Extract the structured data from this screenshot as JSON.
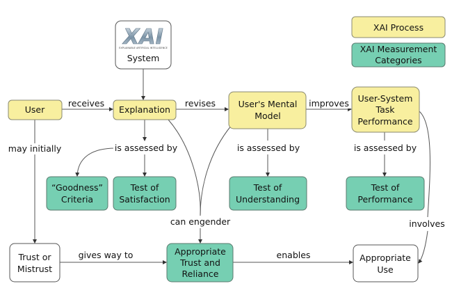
{
  "legend": {
    "process": "XAI Process",
    "measurement": [
      "XAI Measurement",
      "Categories"
    ]
  },
  "colors": {
    "process": "#f8ef9f",
    "measurement": "#76cfb2",
    "outcome": "#ffffff"
  },
  "nodes": {
    "system": {
      "logo_text": "XAI",
      "logo_subtitle": "EXPLAINABLE ARTIFICIAL INTELLIGENCE",
      "label": "System"
    },
    "user": "User",
    "explanation": "Explanation",
    "mental_model": [
      "User's Mental",
      "Model"
    ],
    "task_performance": [
      "User-System",
      "Task",
      "Performance"
    ],
    "goodness": [
      "“Goodness”",
      "Criteria"
    ],
    "test_satisfaction": [
      "Test of",
      "Satisfaction"
    ],
    "test_understanding": [
      "Test of",
      "Understanding"
    ],
    "test_performance": [
      "Test of",
      "Performance"
    ],
    "trust_mistrust": [
      "Trust or",
      "Mistrust"
    ],
    "appropriate_trust": [
      "Appropriate",
      "Trust and",
      "Reliance"
    ],
    "appropriate_use": [
      "Appropriate",
      "Use"
    ]
  },
  "edges": {
    "receives": "receives",
    "revises": "revises",
    "improves": "improves",
    "assessed_1": "is assessed by",
    "assessed_2": "is assessed by",
    "assessed_3": "is assessed by",
    "may_initially": "may initially",
    "can_engender": "can engender",
    "gives_way_to": "gives way to",
    "enables": "enables",
    "involves": "involves"
  }
}
